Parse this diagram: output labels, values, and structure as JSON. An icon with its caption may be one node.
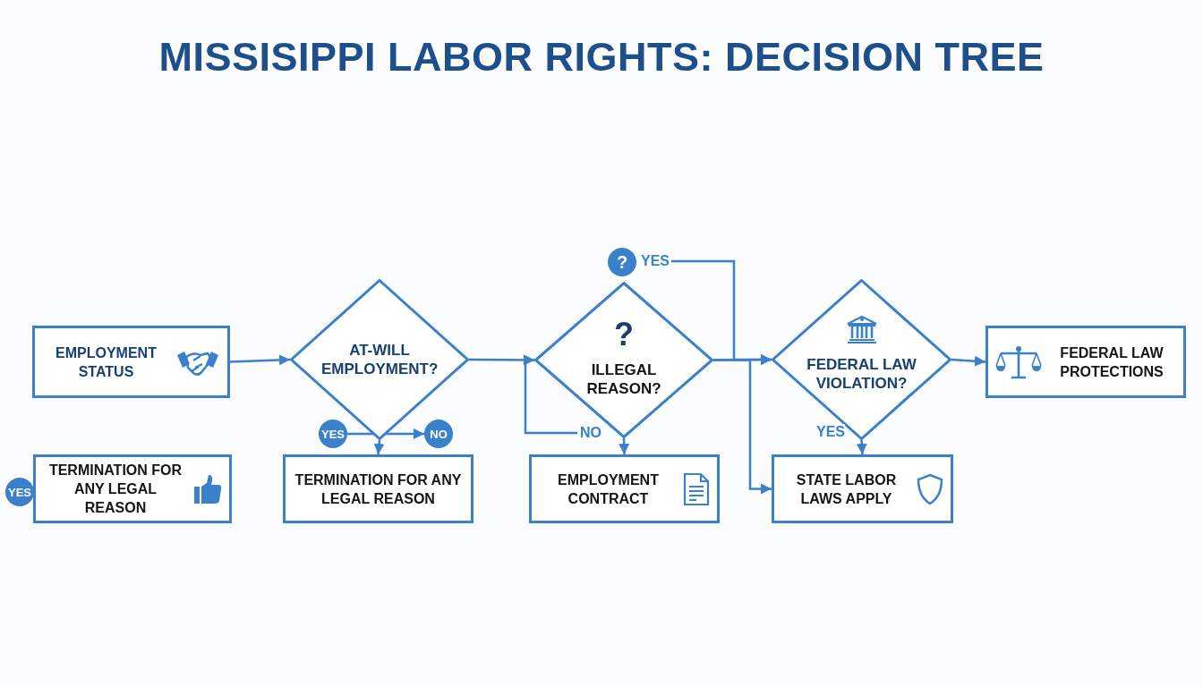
{
  "diagram": {
    "title": "MISSISIPPI LABOR RIGHTS: DECISION TREE",
    "nodes": [
      {
        "text": [
          "EMPLOYMENT STATUS"
        ]
      },
      {
        "text": [
          "AT-WILL EMPLOYMENT?"
        ]
      },
      {
        "text": [
          "?",
          "ILLEGAL REASON?"
        ]
      },
      {
        "text": [
          "FEDERAL LAW VIOLATION?"
        ]
      },
      {
        "text": [
          "FEDERAL LAW PROTECTIONS"
        ]
      },
      {
        "text": [
          "YES"
        ]
      },
      {
        "text": [
          "TERMINATION FOR ANY LEGAL REASON"
        ]
      },
      {
        "text": [
          "YES"
        ]
      },
      {
        "text": [
          "NO"
        ]
      },
      {
        "text": [
          "TERMINATION FOR ANY LEGAL REASON"
        ]
      },
      {
        "text": [
          "?"
        ]
      },
      {
        "text": [
          "YES"
        ]
      },
      {
        "text": [
          "NO"
        ]
      },
      {
        "text": [
          "EMPLOYMENT CONTRACT"
        ]
      },
      {
        "text": [
          "STATE LABOR LAWS APPLY"
        ]
      }
    ],
    "edges": [
      {
        "from": 0,
        "to": 1,
        "arrow": "to"
      },
      {
        "from": 1,
        "to": 2,
        "arrow": "to"
      },
      {
        "from": 2,
        "to": 3,
        "arrow": "to"
      },
      {
        "from": 3,
        "to": 4,
        "arrow": "to"
      },
      {
        "from": 7,
        "to": 8,
        "arrow": "to"
      },
      {
        "from": 1,
        "to": 9,
        "arrow": "to"
      },
      {
        "from": 12,
        "to": 2,
        "arrow": "to"
      },
      {
        "from": 11,
        "to": 3,
        "arrow": "to"
      },
      {
        "from": 2,
        "to": 13,
        "arrow": "to"
      },
      {
        "from": 2,
        "to": 14,
        "arrow": "to"
      },
      {
        "from": 3,
        "to": 14,
        "arrow": "to",
        "label": "YES"
      }
    ]
  }
}
